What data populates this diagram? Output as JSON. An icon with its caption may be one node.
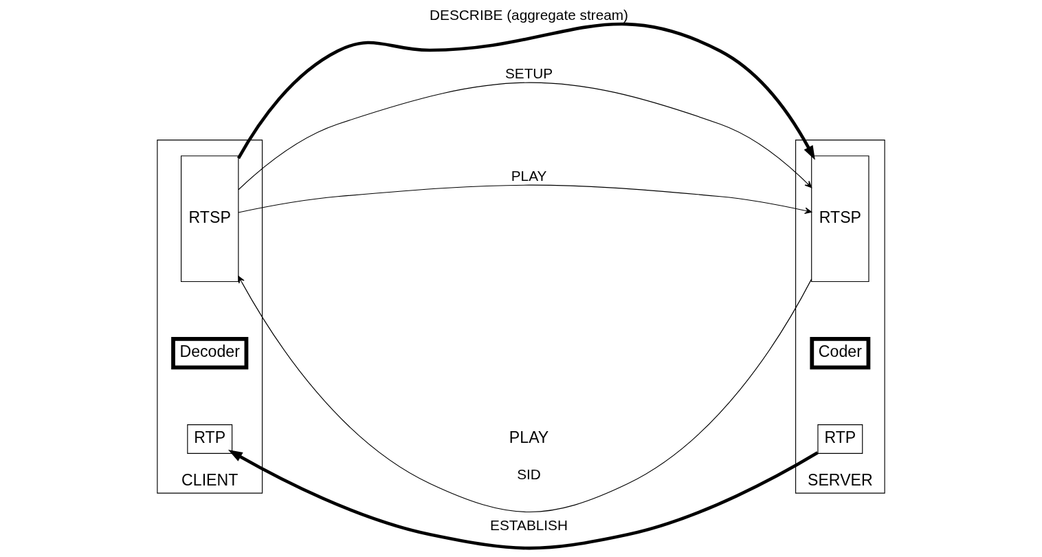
{
  "diagram": {
    "nodes": [
      {
        "text": [
          "CLIENT"
        ]
      },
      {
        "text": [
          "RTSP"
        ],
        "in": 0
      },
      {
        "text": [
          "Decoder"
        ],
        "in": 0
      },
      {
        "text": [
          "RTP"
        ],
        "in": 0
      },
      {
        "text": [
          "SERVER"
        ]
      },
      {
        "text": [
          "RTSP"
        ],
        "in": 4
      },
      {
        "text": [
          "Coder"
        ],
        "in": 4
      },
      {
        "text": [
          "RTP"
        ],
        "in": 4
      }
    ],
    "edges": [
      {
        "from": 1,
        "to": 5,
        "arrow": "to",
        "label": "DESCRIBE (aggregate stream)",
        "style": "thick"
      },
      {
        "from": 1,
        "to": 5,
        "arrow": "to",
        "label": "SETUP"
      },
      {
        "from": 5,
        "to": 1,
        "arrow": "to",
        "label": "SID"
      },
      {
        "from": 1,
        "to": 5,
        "arrow": "to",
        "label": "PLAY"
      },
      {
        "from": 7,
        "to": 3,
        "arrow": "to",
        "label": "ESTABLISH",
        "style": "thick"
      }
    ],
    "labels": [
      "PLAY"
    ]
  }
}
